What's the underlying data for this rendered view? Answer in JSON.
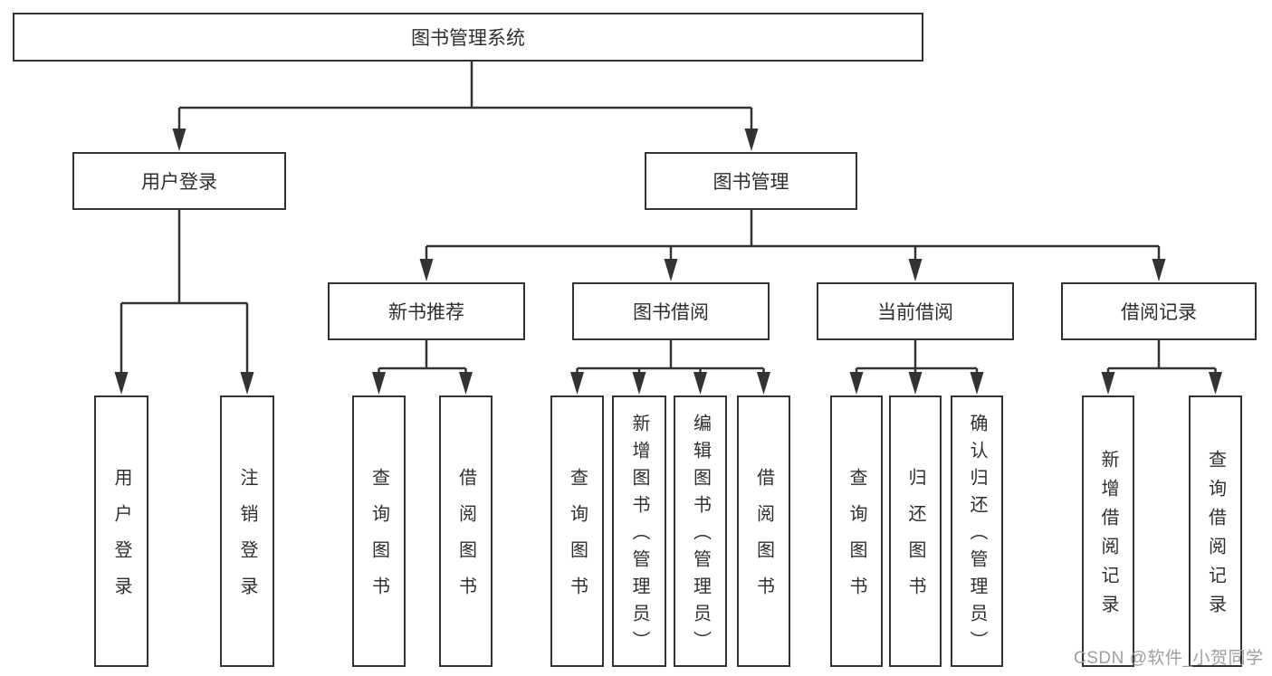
{
  "diagram": {
    "root": {
      "label": "图书管理系统"
    },
    "level2": [
      {
        "label": "用户登录"
      },
      {
        "label": "图书管理"
      }
    ],
    "level3": [
      {
        "label": "新书推荐"
      },
      {
        "label": "图书借阅"
      },
      {
        "label": "当前借阅"
      },
      {
        "label": "借阅记录"
      }
    ],
    "leaves": {
      "user_login": [
        "用户登录",
        "注销登录"
      ],
      "new_book": [
        "查询图书",
        "借阅图书"
      ],
      "book_borrow": [
        "查询图书",
        "新增图书（管理员）",
        "编辑图书（管理员）",
        "借阅图书"
      ],
      "current_borrow": [
        "查询图书",
        "归还图书",
        "确认归还（管理员）"
      ],
      "borrow_record": [
        "新增借阅记录",
        "查询借阅记录"
      ]
    }
  },
  "watermark": {
    "text": "CSDN @软件_小贺同学",
    "color": "#9e9e9e"
  },
  "colors": {
    "line": "#333333",
    "text": "#2f2f2f",
    "background": "#ffffff"
  }
}
